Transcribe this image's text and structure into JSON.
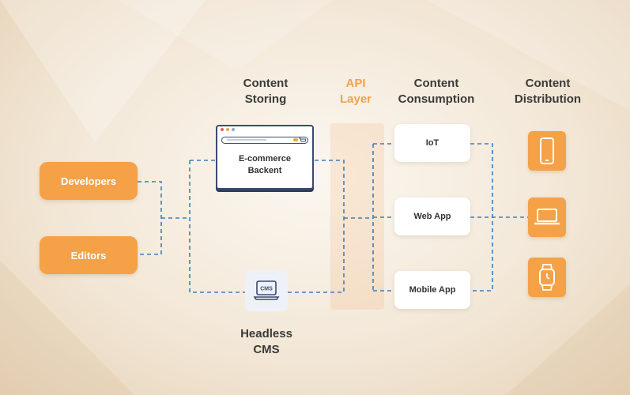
{
  "columns": {
    "storing": [
      "Content",
      "Storing"
    ],
    "api": [
      "API",
      "Layer"
    ],
    "consumption": [
      "Content",
      "Consumption"
    ],
    "distribution": [
      "Content",
      "Distribution"
    ]
  },
  "sources": [
    "Developers",
    "Editors"
  ],
  "backend": [
    "E-commerce",
    "Backent"
  ],
  "cms": {
    "icon_text": "CMS",
    "title": [
      "Headless",
      "CMS"
    ]
  },
  "consumers": [
    "IoT",
    "Web App",
    "Mobile App"
  ],
  "devices": [
    "smartphone-icon",
    "laptop-icon",
    "smartwatch-icon"
  ],
  "colors": {
    "accent": "#f4a148",
    "line": "#3b7fc0",
    "dark": "#3c4a73"
  }
}
